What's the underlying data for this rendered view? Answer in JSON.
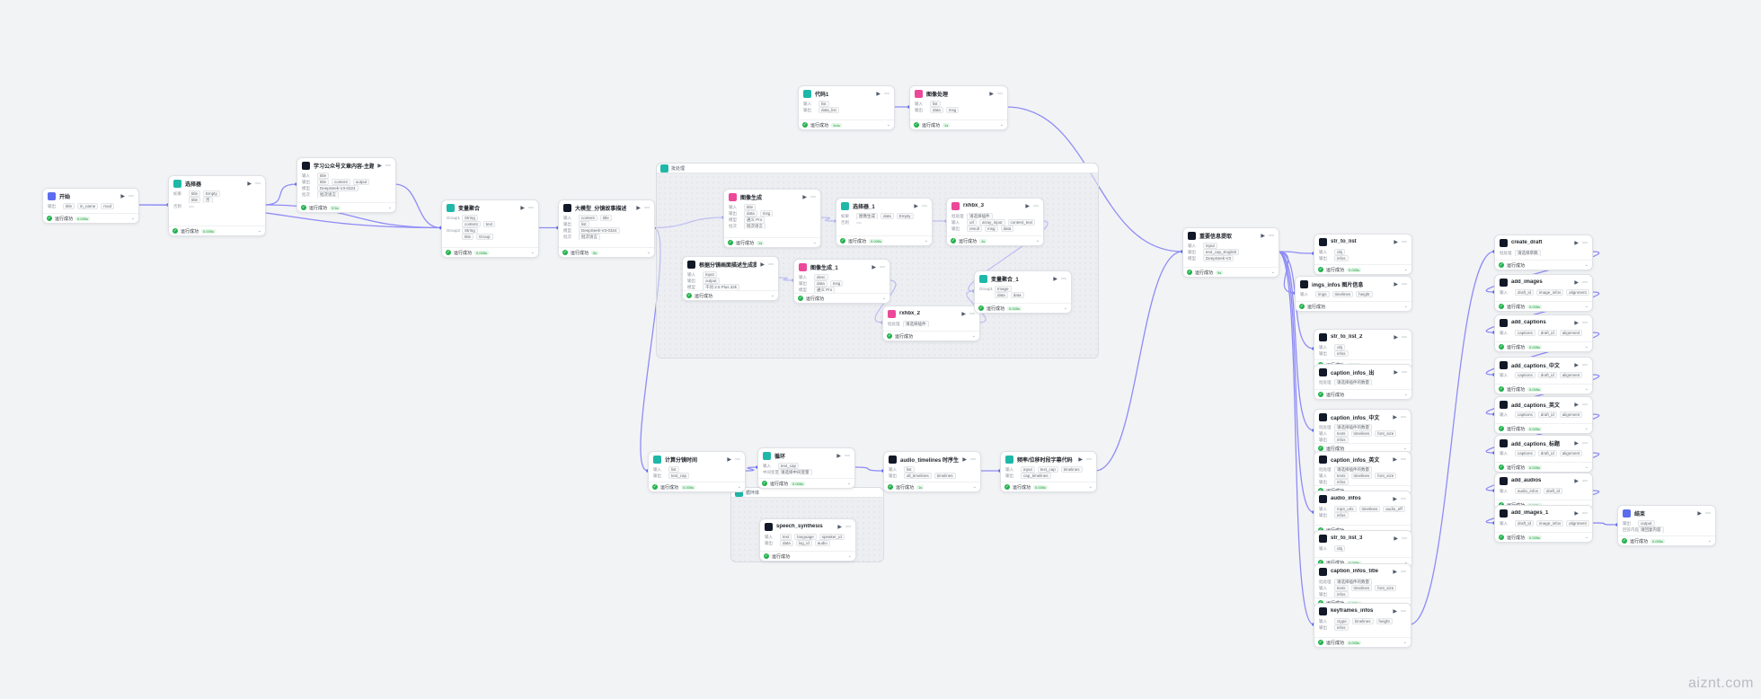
{
  "canvas": {
    "watermark": "aiznt.com"
  },
  "status": {
    "success_label": "运行成功"
  },
  "groups": [
    {
      "id": "g1",
      "title": "批处理",
      "icon_name": "loop-icon"
    },
    {
      "id": "g2",
      "title": "循环体",
      "icon_name": "loop-icon"
    }
  ],
  "nodes": [
    {
      "id": "start",
      "title": "开始",
      "color": "#5b6cf0",
      "icon_name": "start-icon",
      "rows": [
        [
          "输出",
          "title",
          "in_name",
          "mod"
        ]
      ],
      "time": "0.005s"
    },
    {
      "id": "selector",
      "title": "选择器",
      "color": "#1fb8a8",
      "icon_name": "selector-icon",
      "rows": [
        [
          "如果",
          "title",
          "Empty"
        ],
        [
          "",
          "title",
          "否"
        ],
        [
          "否则",
          ""
        ]
      ],
      "time": "0.005s"
    },
    {
      "id": "llm1",
      "title": "学习公众号文章内容-主题",
      "color": "#111827",
      "icon_name": "llm-icon",
      "rows": [
        [
          "输入",
          "title"
        ],
        [
          "输出",
          "title",
          "content",
          "output"
        ],
        [
          "模型",
          "DeepSeek-V3-0324"
        ],
        [
          "批次",
          "批次语言"
        ]
      ],
      "time": "3.5s"
    },
    {
      "id": "vars",
      "title": "变量聚合",
      "color": "#1fb8a8",
      "icon_name": "variable-icon",
      "rows": [
        [
          "Group1",
          "String"
        ],
        [
          "",
          "content",
          "text"
        ],
        [
          "Group2",
          "String"
        ],
        [
          "",
          "title",
          "Group"
        ]
      ],
      "time": "0.005s"
    },
    {
      "id": "llm2",
      "title": "大模型_分镜故事描述",
      "color": "#111827",
      "icon_name": "llm-icon",
      "rows": [
        [
          "输入",
          "content",
          "title"
        ],
        [
          "输出",
          "list"
        ],
        [
          "模型",
          "DeepSeek-V3-0324"
        ],
        [
          "批次",
          "批次语言"
        ]
      ],
      "time": "5s"
    },
    {
      "id": "code1",
      "title": "代码1",
      "color": "#1fb8a8",
      "icon_name": "code-icon",
      "rows": [
        [
          "输入",
          "list"
        ],
        [
          "输出",
          "data_list"
        ]
      ],
      "time": "1ms"
    },
    {
      "id": "imgpro",
      "title": "图像处理",
      "color": "#ec4899",
      "icon_name": "image-icon",
      "rows": [
        [
          "输入",
          "list"
        ],
        [
          "输出",
          "data",
          "msg"
        ]
      ],
      "time": "1s"
    },
    {
      "id": "imggen",
      "title": "图像生成",
      "color": "#ec4899",
      "icon_name": "image-icon",
      "rows": [
        [
          "输入",
          "title"
        ],
        [
          "输出",
          "data",
          "msg"
        ],
        [
          "模型",
          "通义 Pro"
        ],
        [
          "批次",
          "批次语言"
        ]
      ],
      "time": "1s"
    },
    {
      "id": "sel1",
      "title": "选择器_1",
      "color": "#1fb8a8",
      "icon_name": "selector-icon",
      "rows": [
        [
          "如果",
          "图像生成",
          "data",
          "Empty"
        ],
        [
          "否则",
          ""
        ]
      ],
      "time": "0.005s"
    },
    {
      "id": "rx3",
      "title": "rxhbx_3",
      "color": "#ec4899",
      "icon_name": "plugin-icon",
      "rows": [
        [
          "批处理",
          "请选择插件"
        ],
        [
          "输入",
          "url",
          "array_input",
          "content_text"
        ],
        [
          "输出",
          "result",
          "msg",
          "data"
        ]
      ],
      "time": "1s"
    },
    {
      "id": "desc",
      "title": "根据分镜画面描述生成提示",
      "color": "#111827",
      "icon_name": "llm-icon",
      "rows": [
        [
          "输入",
          "input"
        ],
        [
          "输出",
          "output"
        ],
        [
          "模型",
          "千问 2.5 Plus 32k"
        ],
        [
          "批次",
          "批次语言"
        ]
      ],
      "time": ""
    },
    {
      "id": "imggen1",
      "title": "图像生成_1",
      "color": "#ec4899",
      "icon_name": "image-icon",
      "rows": [
        [
          "输入",
          "desc"
        ],
        [
          "输出",
          "data",
          "msg"
        ],
        [
          "模型",
          "通义 Pro"
        ],
        [
          "批次",
          "批次语言"
        ]
      ],
      "time": ""
    },
    {
      "id": "rx2",
      "title": "rxhbx_2",
      "color": "#ec4899",
      "icon_name": "plugin-icon",
      "rows": [
        [
          "批处理",
          "请选择插件"
        ],
        [
          "输入",
          "url",
          "array_input",
          "content_text"
        ],
        [
          "输出",
          "result",
          "msg",
          "data"
        ]
      ],
      "time": ""
    },
    {
      "id": "varagg1",
      "title": "变量聚合_1",
      "color": "#1fb8a8",
      "icon_name": "variable-icon",
      "rows": [
        [
          "Group1",
          "Image"
        ],
        [
          "",
          "data",
          "data"
        ]
      ],
      "time": "0.005s"
    },
    {
      "id": "imgmerge",
      "title": "图片合成",
      "color": "#1fb8a8",
      "icon_name": "image-icon",
      "rows": [
        [
          "输入",
          "list"
        ],
        [
          "输出",
          "data_list"
        ]
      ],
      "time": "0.005s"
    },
    {
      "id": "batchout",
      "title": "批量图片生成",
      "color": "#ec4899",
      "icon_name": "plugin-icon",
      "rows": [
        [
          "输入",
          "data"
        ],
        [
          "输出",
          "msg"
        ]
      ],
      "time": "0.005s"
    },
    {
      "id": "durcalc",
      "title": "计算分镜时间",
      "color": "#1fb8a8",
      "icon_name": "code-icon",
      "rows": [
        [
          "输入",
          "list"
        ],
        [
          "输出",
          "text_cap"
        ]
      ],
      "time": "0.005s"
    },
    {
      "id": "loop",
      "title": "循环",
      "color": "#1fb8a8",
      "icon_name": "loop-icon",
      "rows": [
        [
          "输入",
          "text_cap"
        ],
        [
          "中间变量",
          "请选择中间变量"
        ],
        [
          "输出",
          "audio_list"
        ]
      ],
      "time": "0.005s"
    },
    {
      "id": "tts",
      "title": "speech_synthesis",
      "color": "#111827",
      "icon_name": "audio-icon",
      "rows": [
        [
          "输入",
          "text",
          "language",
          "speaker_id"
        ],
        [
          "输出",
          "data",
          "log_id",
          "audio"
        ]
      ],
      "time": ""
    },
    {
      "id": "audtl",
      "title": "audio_timelines 时序生成器",
      "color": "#111827",
      "icon_name": "audio-icon",
      "rows": [
        [
          "输入",
          "list"
        ],
        [
          "输出",
          "all_timelines",
          "timelines"
        ]
      ],
      "time": "1s"
    },
    {
      "id": "caption",
      "title": "频率/位移时段字幕代码",
      "color": "#1fb8a8",
      "icon_name": "code-icon",
      "rows": [
        [
          "输入",
          "input",
          "text_cap",
          "timelines"
        ],
        [
          "输出",
          "cap_timelines"
        ]
      ],
      "time": "0.005s"
    },
    {
      "id": "meta",
      "title": "重要信息提取",
      "color": "#111827",
      "icon_name": "llm-icon",
      "rows": [
        [
          "输入",
          "input"
        ],
        [
          "输出",
          "text_cap_English"
        ],
        [
          "模型",
          "DeepSeek-V3"
        ],
        [
          "批次",
          "批次语言"
        ]
      ],
      "time": "9s"
    },
    {
      "id": "s2tl",
      "title": "str_to_list",
      "color": "#111827",
      "icon_name": "tool-icon",
      "rows": [
        [
          "输入",
          "obj"
        ],
        [
          "输出",
          "infos"
        ]
      ],
      "time": "0.005s"
    },
    {
      "id": "imgsinfo",
      "title": "imgs_infos 图片信息",
      "color": "#111827",
      "icon_name": "tool-icon",
      "rows": [
        [
          "输入",
          "imgs",
          "timelines",
          "height"
        ],
        [
          "输出",
          "infos"
        ]
      ],
      "time": ""
    },
    {
      "id": "s2tl2",
      "title": "str_to_list_2",
      "color": "#111827",
      "icon_name": "tool-icon",
      "rows": [
        [
          "输入",
          "obj"
        ],
        [
          "输出",
          "infos"
        ]
      ],
      "time": "0.005s"
    },
    {
      "id": "capinfo",
      "title": "caption_infos_出",
      "color": "#111827",
      "icon_name": "tool-icon",
      "rows": [
        [
          "批处理",
          "请选择插件的数量"
        ],
        [
          "输入",
          "texts",
          "timelines",
          "font_size"
        ],
        [
          "输出",
          "infos"
        ]
      ],
      "time": ""
    },
    {
      "id": "capinfo2",
      "title": "caption_infos_中文",
      "color": "#111827",
      "icon_name": "tool-icon",
      "rows": [
        [
          "批处理",
          "请选择插件的数量"
        ],
        [
          "输入",
          "texts",
          "timelines",
          "font_size"
        ],
        [
          "输出",
          "infos"
        ]
      ],
      "time": ""
    },
    {
      "id": "capinfo3",
      "title": "caption_infos_英文",
      "color": "#111827",
      "icon_name": "tool-icon",
      "rows": [
        [
          "批处理",
          "请选择插件的数量"
        ],
        [
          "输入",
          "texts",
          "timelines",
          "font_size"
        ],
        [
          "输出",
          "infos"
        ]
      ],
      "time": ""
    },
    {
      "id": "audinfo",
      "title": "audio_infos",
      "color": "#111827",
      "icon_name": "tool-icon",
      "rows": [
        [
          "输入",
          "mp3_urls",
          "timelines",
          "audio_eff"
        ],
        [
          "输出",
          "infos"
        ]
      ],
      "time": ""
    },
    {
      "id": "s2tl3",
      "title": "str_to_list_3",
      "color": "#111827",
      "icon_name": "tool-icon",
      "rows": [
        [
          "输入",
          "obj"
        ],
        [
          "输出",
          "infos"
        ]
      ],
      "time": "0.005s"
    },
    {
      "id": "capinfo4",
      "title": "caption_infos_title",
      "color": "#111827",
      "icon_name": "tool-icon",
      "rows": [
        [
          "批处理",
          "请选择插件的数量"
        ],
        [
          "输入",
          "texts",
          "timelines",
          "font_size"
        ],
        [
          "输出",
          "infos"
        ]
      ],
      "time": "0.005s"
    },
    {
      "id": "keyframe",
      "title": "keyframes_infos",
      "color": "#111827",
      "icon_name": "tool-icon",
      "rows": [
        [
          "输入",
          "ctype",
          "timelines",
          "height"
        ],
        [
          "输出",
          "infos"
        ]
      ],
      "time": "0.005s"
    },
    {
      "id": "draft",
      "title": "create_draft",
      "color": "#111827",
      "icon_name": "tool-icon",
      "rows": [
        [
          "批处理",
          "请选择草稿"
        ],
        [
          "输入",
          "height",
          "width"
        ],
        [
          "输出",
          "draft_id"
        ]
      ],
      "time": ""
    },
    {
      "id": "addimg",
      "title": "add_images",
      "color": "#111827",
      "icon_name": "tool-icon",
      "rows": [
        [
          "输入",
          "draft_id",
          "image_infos",
          "alignment"
        ],
        [
          "输出",
          "draft_id",
          "segment_ids",
          "segment_infos"
        ]
      ],
      "time": "0.005s"
    },
    {
      "id": "addcap1",
      "title": "add_captions",
      "color": "#111827",
      "icon_name": "tool-icon",
      "rows": [
        [
          "输入",
          "captions",
          "draft_id",
          "alignment"
        ],
        [
          "输出",
          "draft_id",
          "segment_ids",
          "segment_infos"
        ]
      ],
      "time": "0.005s"
    },
    {
      "id": "addcap2",
      "title": "add_captions_中文",
      "color": "#111827",
      "icon_name": "tool-icon",
      "rows": [
        [
          "输入",
          "captions",
          "draft_id",
          "alignment"
        ],
        [
          "输出",
          "draft_id",
          "segment_ids",
          "segment_infos"
        ]
      ],
      "time": "0.005s"
    },
    {
      "id": "addcap3",
      "title": "add_captions_英文",
      "color": "#111827",
      "icon_name": "tool-icon",
      "rows": [
        [
          "输入",
          "captions",
          "draft_id",
          "alignment"
        ],
        [
          "输出",
          "draft_id",
          "segment_ids",
          "segment_infos"
        ]
      ],
      "time": "0.005s"
    },
    {
      "id": "addcap4",
      "title": "add_captions_标题",
      "color": "#111827",
      "icon_name": "tool-icon",
      "rows": [
        [
          "输入",
          "captions",
          "draft_id",
          "alignment"
        ],
        [
          "输出",
          "draft_id",
          "segment_ids"
        ]
      ],
      "time": "0.005s"
    },
    {
      "id": "addaud",
      "title": "add_audios",
      "color": "#111827",
      "icon_name": "tool-icon",
      "rows": [
        [
          "输入",
          "audio_infos",
          "draft_id"
        ],
        [
          "输出",
          "draft_id",
          "segment_ids"
        ]
      ],
      "time": "0.005s"
    },
    {
      "id": "addimg2",
      "title": "add_images_1",
      "color": "#111827",
      "icon_name": "tool-icon",
      "rows": [
        [
          "输入",
          "draft_id",
          "image_infos",
          "alignment"
        ],
        [
          "输出",
          "draft_id",
          "segment_ids",
          "segment_infos"
        ]
      ],
      "time": "0.005s"
    },
    {
      "id": "end",
      "title": "结束",
      "color": "#5b6cf0",
      "icon_name": "end-icon",
      "rows": [
        [
          "输出",
          "output"
        ],
        [
          "回答内容",
          "请回复内容"
        ]
      ],
      "time": "0.005s"
    }
  ]
}
